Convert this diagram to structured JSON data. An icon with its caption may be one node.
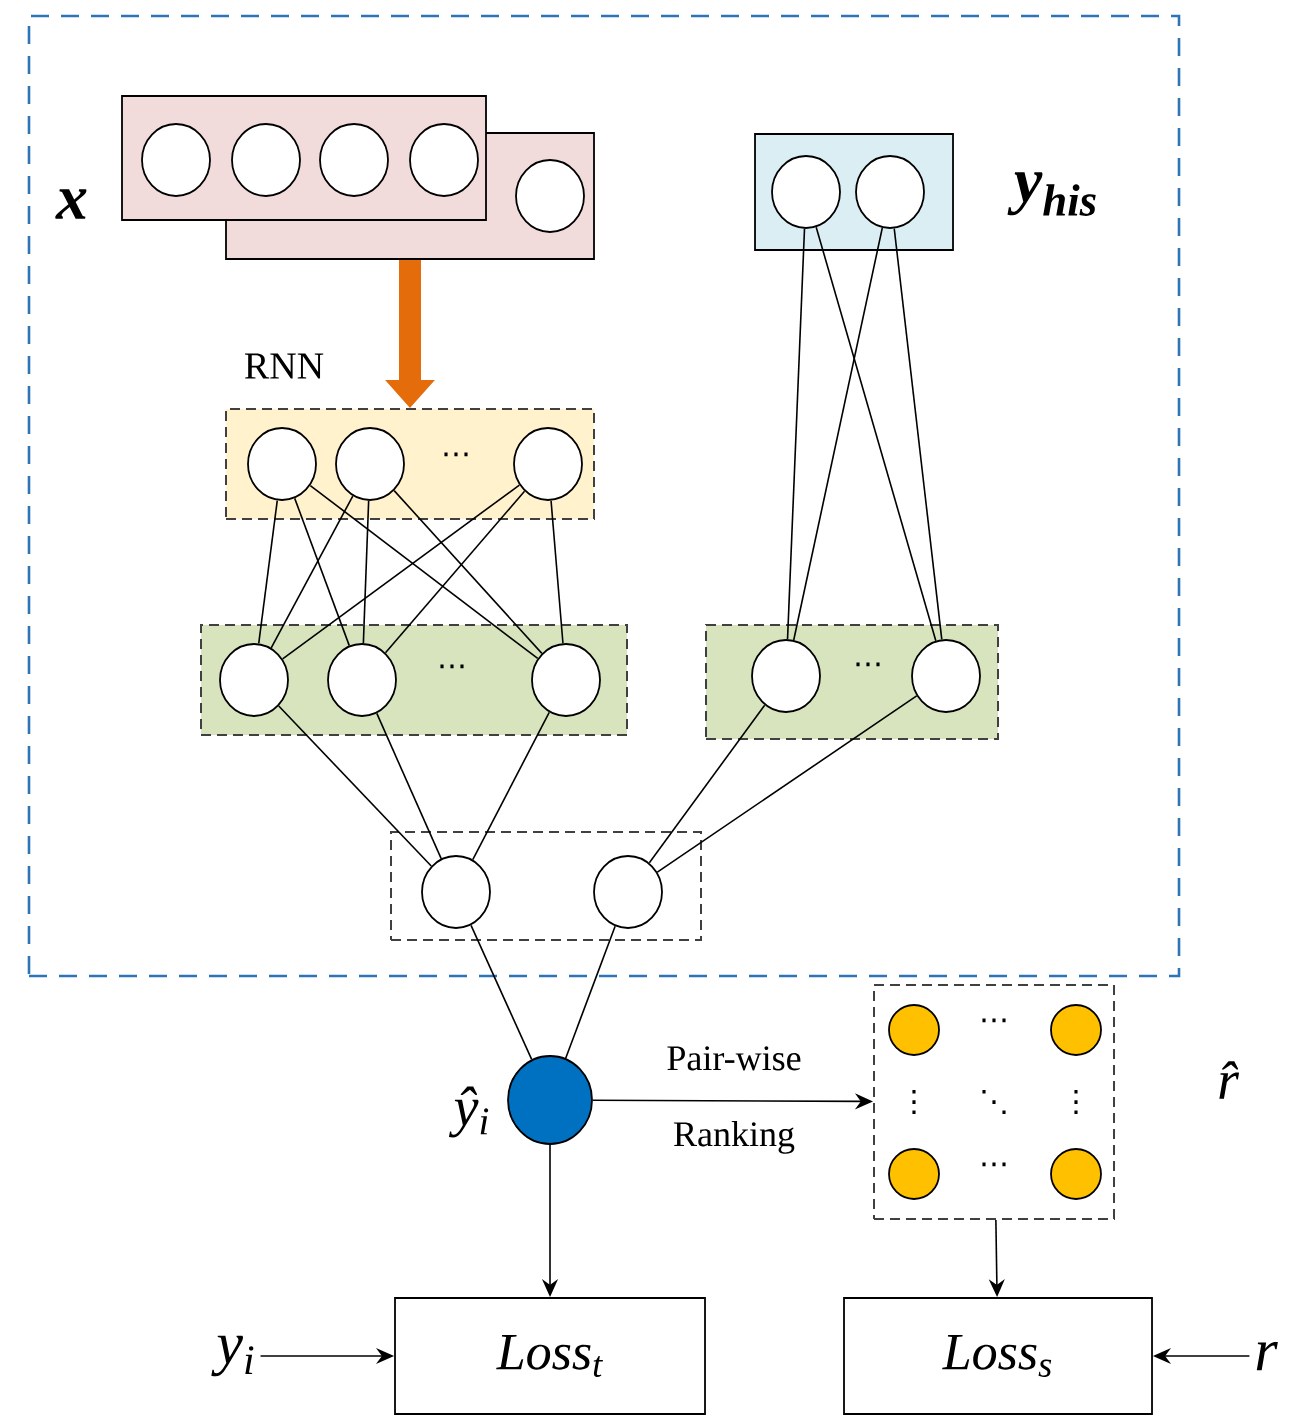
{
  "diagram": {
    "nodes": [
      {
        "text": [],
        "shape": "box"
      },
      {
        "text": [],
        "shape": "box",
        "in": 0,
        "beside": [
          "x"
        ]
      },
      {
        "text": [],
        "shape": "circle",
        "in": 1
      },
      {
        "text": [],
        "shape": "circle",
        "in": 1
      },
      {
        "text": [],
        "shape": "circle",
        "in": 1
      },
      {
        "text": [],
        "shape": "circle",
        "in": 1
      },
      {
        "text": [],
        "shape": "box",
        "in": 0
      },
      {
        "text": [],
        "shape": "circle",
        "in": 6
      },
      {
        "text": [],
        "shape": "box",
        "in": 0,
        "beside": [
          "y$_{his}$"
        ]
      },
      {
        "text": [],
        "shape": "circle",
        "in": 8
      },
      {
        "text": [],
        "shape": "circle",
        "in": 8
      },
      {
        "text": [],
        "shape": "box",
        "in": 0
      },
      {
        "text": [],
        "shape": "circle",
        "in": 11
      },
      {
        "text": [],
        "shape": "circle",
        "in": 11
      },
      {
        "text": [],
        "shape": "circle",
        "in": 11
      },
      {
        "text": [],
        "shape": "box",
        "in": 0
      },
      {
        "text": [],
        "shape": "circle",
        "in": 15
      },
      {
        "text": [],
        "shape": "circle",
        "in": 15
      },
      {
        "text": [],
        "shape": "circle",
        "in": 15
      },
      {
        "text": [],
        "shape": "box",
        "in": 0
      },
      {
        "text": [],
        "shape": "circle",
        "in": 19
      },
      {
        "text": [],
        "shape": "circle",
        "in": 19
      },
      {
        "text": [],
        "shape": "box",
        "in": 0
      },
      {
        "text": [],
        "shape": "circle",
        "in": 22
      },
      {
        "text": [],
        "shape": "circle",
        "in": 22
      },
      {
        "text": [],
        "shape": "circle",
        "beside": [
          "ŷ$_{i}$"
        ]
      },
      {
        "text": [],
        "shape": "box",
        "beside": [
          "r̂"
        ]
      },
      {
        "text": [],
        "shape": "circle",
        "in": 26
      },
      {
        "text": [],
        "shape": "circle",
        "in": 26
      },
      {
        "text": [],
        "shape": "circle",
        "in": 26
      },
      {
        "text": [],
        "shape": "circle",
        "in": 26
      },
      {
        "text": [
          "y$_{i}$"
        ]
      },
      {
        "text": [
          "Loss$_{t}$"
        ]
      },
      {
        "text": [
          "Loss$_{s}$"
        ]
      },
      {
        "text": [
          "r"
        ]
      }
    ],
    "edges": [
      {
        "from": 6,
        "to": 11,
        "arrow": "to",
        "label": "RNN",
        "style": "thick",
        "color": "#e46c0a"
      },
      {
        "from": 12,
        "to": 16,
        "arrow": "none"
      },
      {
        "from": 12,
        "to": 17,
        "arrow": "none"
      },
      {
        "from": 12,
        "to": 18,
        "arrow": "none"
      },
      {
        "from": 13,
        "to": 16,
        "arrow": "none"
      },
      {
        "from": 13,
        "to": 17,
        "arrow": "none"
      },
      {
        "from": 13,
        "to": 18,
        "arrow": "none"
      },
      {
        "from": 14,
        "to": 16,
        "arrow": "none"
      },
      {
        "from": 14,
        "to": 17,
        "arrow": "none"
      },
      {
        "from": 14,
        "to": 18,
        "arrow": "none"
      },
      {
        "from": 9,
        "to": 20,
        "arrow": "none"
      },
      {
        "from": 9,
        "to": 21,
        "arrow": "none"
      },
      {
        "from": 10,
        "to": 20,
        "arrow": "none"
      },
      {
        "from": 10,
        "to": 21,
        "arrow": "none"
      },
      {
        "from": 16,
        "to": 23,
        "arrow": "none"
      },
      {
        "from": 17,
        "to": 23,
        "arrow": "none"
      },
      {
        "from": 18,
        "to": 23,
        "arrow": "none"
      },
      {
        "from": 20,
        "to": 24,
        "arrow": "none"
      },
      {
        "from": 21,
        "to": 24,
        "arrow": "none"
      },
      {
        "from": 23,
        "to": 25,
        "arrow": "none"
      },
      {
        "from": 24,
        "to": 25,
        "arrow": "none"
      },
      {
        "from": 25,
        "to": 26,
        "arrow": "to",
        "label": "Pair-wise Ranking"
      },
      {
        "from": 25,
        "to": 32,
        "arrow": "to"
      },
      {
        "from": 26,
        "to": 33,
        "arrow": "to"
      },
      {
        "from": 31,
        "to": 32,
        "arrow": "to"
      },
      {
        "from": 34,
        "to": 33,
        "arrow": "to"
      }
    ],
    "labels": [
      "⋯",
      "⋯",
      "⋯",
      "⋯",
      "⋮",
      "⋱",
      "⋮",
      "⋯"
    ]
  }
}
